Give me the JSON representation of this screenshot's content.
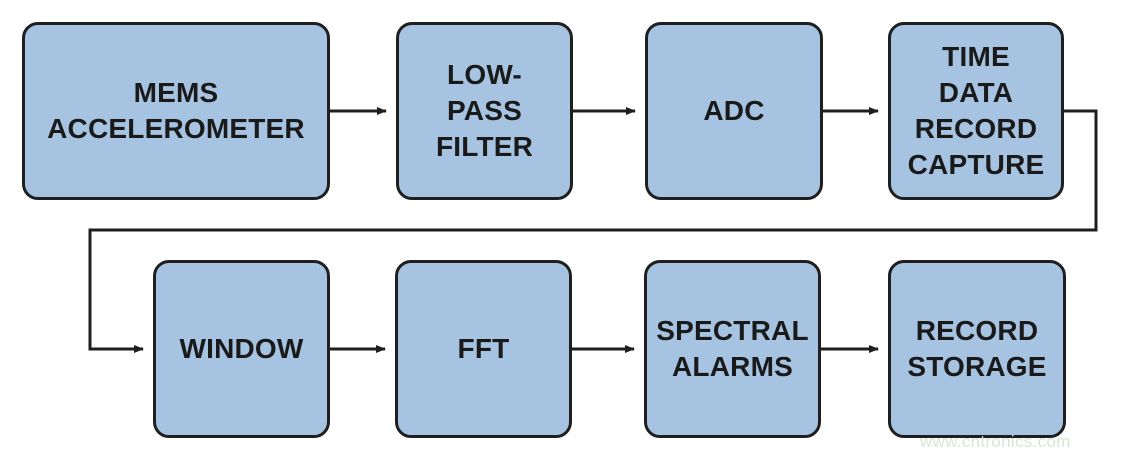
{
  "diagram": {
    "blocks": [
      {
        "id": "mems-accelerometer",
        "label": "MEMS\nACCELEROMETER"
      },
      {
        "id": "low-pass-filter",
        "label": "LOW-\nPASS\nFILTER"
      },
      {
        "id": "adc",
        "label": "ADC"
      },
      {
        "id": "time-data-record-capture",
        "label": "TIME\nDATA\nRECORD\nCAPTURE"
      },
      {
        "id": "window",
        "label": "WINDOW"
      },
      {
        "id": "fft",
        "label": "FFT"
      },
      {
        "id": "spectral-alarms",
        "label": "SPECTRAL\nALARMS"
      },
      {
        "id": "record-storage",
        "label": "RECORD\nSTORAGE"
      }
    ],
    "flow": [
      [
        "mems-accelerometer",
        "low-pass-filter"
      ],
      [
        "low-pass-filter",
        "adc"
      ],
      [
        "adc",
        "time-data-record-capture"
      ],
      [
        "time-data-record-capture",
        "window"
      ],
      [
        "window",
        "fft"
      ],
      [
        "fft",
        "spectral-alarms"
      ],
      [
        "spectral-alarms",
        "record-storage"
      ]
    ],
    "colors": {
      "box_fill": "#a6c4e2",
      "box_stroke": "#1f1f1f",
      "arrow": "#1f1f1f",
      "text": "#1a1a1a"
    }
  },
  "watermark": "www.cntronics.com"
}
